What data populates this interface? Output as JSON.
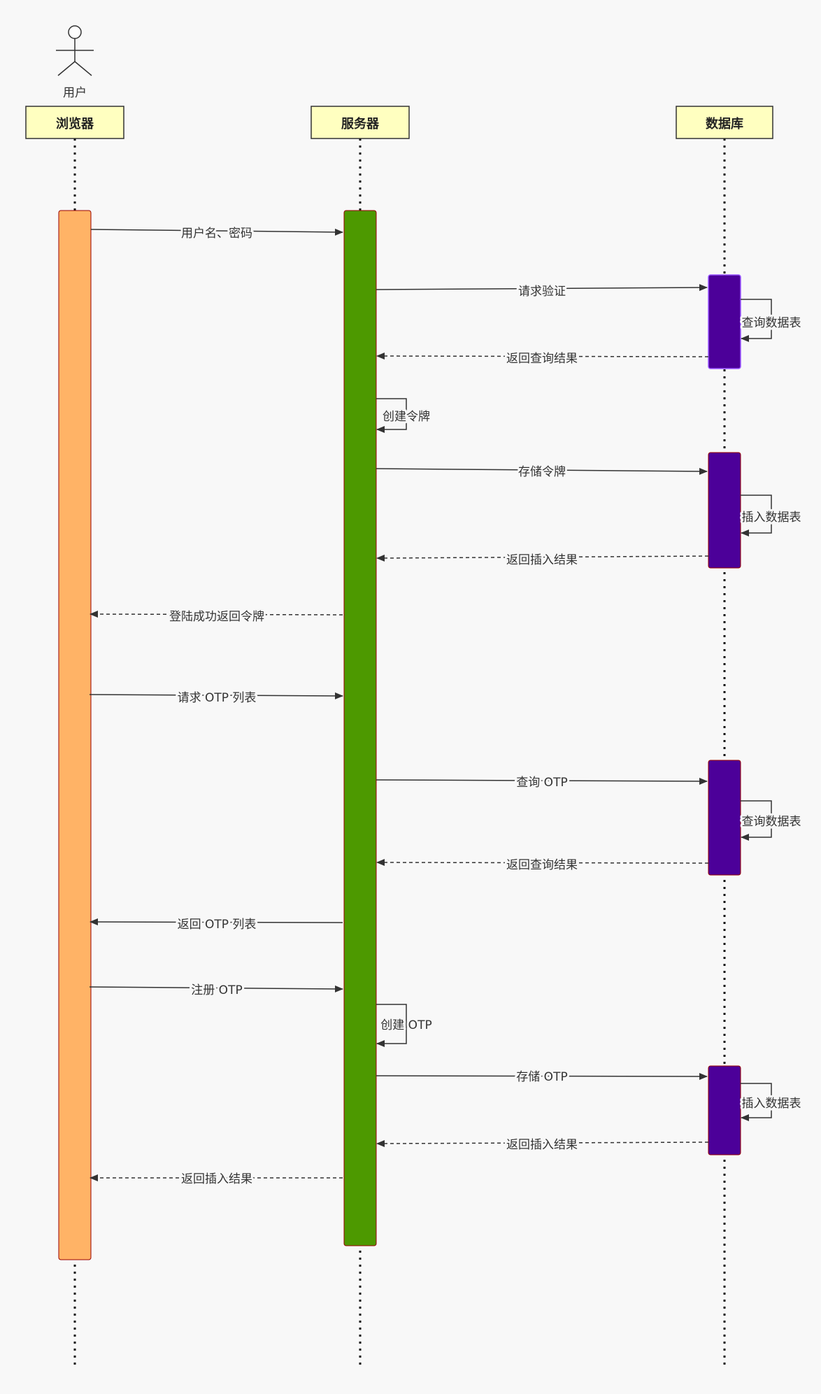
{
  "actor": {
    "label": "用户",
    "icon": "stick-figure-user-icon"
  },
  "participants": [
    {
      "key": "browser",
      "label": "浏览器"
    },
    {
      "key": "server",
      "label": "服务器"
    },
    {
      "key": "database",
      "label": "数据库"
    }
  ],
  "colors": {
    "background": "#f8f8f8",
    "header_fill": "#ffffc0",
    "header_border": "#333333",
    "browser_activation": "#ffb366",
    "server_activation": "#4d9900",
    "database_activation": "#4c0099",
    "activation_border": "#990000",
    "line": "#333333"
  },
  "messages": [
    {
      "label": "用户名、密码",
      "from": "browser",
      "to": "server",
      "style": "solid"
    },
    {
      "label": "请求验证",
      "from": "server",
      "to": "database",
      "style": "solid"
    },
    {
      "label": "查询数据表",
      "from": "database",
      "to": "database",
      "style": "self"
    },
    {
      "label": "返回查询结果",
      "from": "database",
      "to": "server",
      "style": "dashed"
    },
    {
      "label": "创建令牌",
      "from": "server",
      "to": "server",
      "style": "self"
    },
    {
      "label": "存储令牌",
      "from": "server",
      "to": "database",
      "style": "solid"
    },
    {
      "label": "插入数据表",
      "from": "database",
      "to": "database",
      "style": "self"
    },
    {
      "label": "返回插入结果",
      "from": "database",
      "to": "server",
      "style": "dashed"
    },
    {
      "label": "登陆成功返回令牌",
      "from": "server",
      "to": "browser",
      "style": "dashed"
    },
    {
      "label": "请求 OTP 列表",
      "from": "browser",
      "to": "server",
      "style": "solid"
    },
    {
      "label": "查询 OTP",
      "from": "server",
      "to": "database",
      "style": "solid"
    },
    {
      "label": "查询数据表",
      "from": "database",
      "to": "database",
      "style": "self"
    },
    {
      "label": "返回查询结果",
      "from": "database",
      "to": "server",
      "style": "dashed"
    },
    {
      "label": "返回 OTP 列表",
      "from": "server",
      "to": "browser",
      "style": "solid"
    },
    {
      "label": "注册 OTP",
      "from": "browser",
      "to": "server",
      "style": "solid"
    },
    {
      "label": "创建 OTP",
      "from": "server",
      "to": "server",
      "style": "self"
    },
    {
      "label": "存储 OTP",
      "from": "server",
      "to": "database",
      "style": "solid"
    },
    {
      "label": "插入数据表",
      "from": "database",
      "to": "database",
      "style": "self"
    },
    {
      "label": "返回插入结果",
      "from": "database",
      "to": "server",
      "style": "dashed"
    },
    {
      "label": "返回插入结果",
      "from": "server",
      "to": "browser",
      "style": "dashed"
    }
  ]
}
